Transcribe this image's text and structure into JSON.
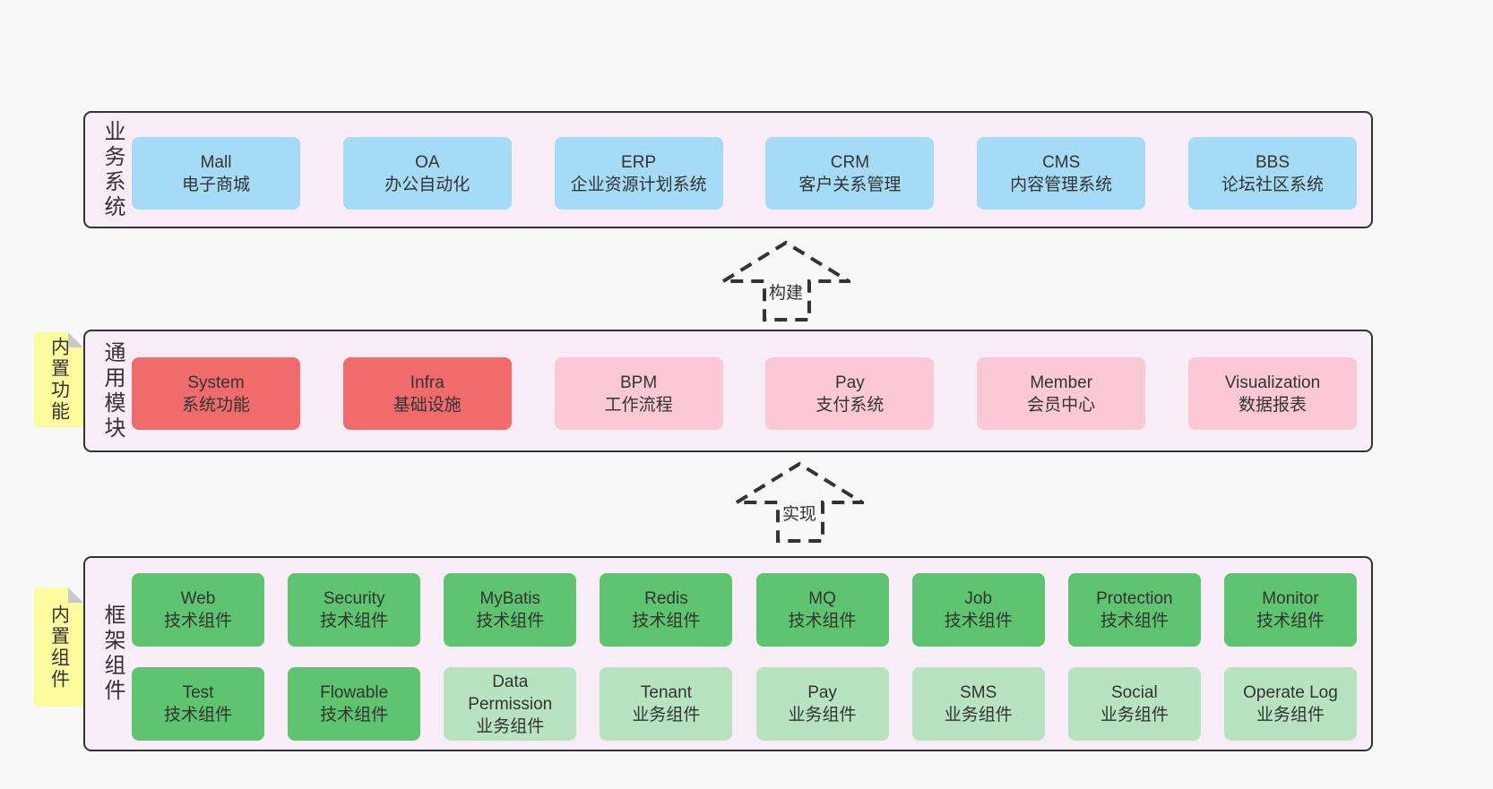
{
  "colors": {
    "page-bg": "#f8f8f8",
    "panel-bg": "#f8ecf6",
    "panel-border": "#333333",
    "text": "#333333",
    "blue": "#a6dbf5",
    "red": "#f06c6c",
    "pink": "#fac9d4",
    "green": "#5ec46f",
    "green-light": "#b8e3c1",
    "note-bg": "#fcfc9e",
    "note-fold": "#c9c9c9"
  },
  "panels": [
    {
      "label": "业务系统",
      "rows": [
        [
          {
            "en": "Mall",
            "zh": "电子商城",
            "variant": "blue"
          },
          {
            "en": "OA",
            "zh": "办公自动化",
            "variant": "blue"
          },
          {
            "en": "ERP",
            "zh": "企业资源计划系统",
            "variant": "blue"
          },
          {
            "en": "CRM",
            "zh": "客户关系管理",
            "variant": "blue"
          },
          {
            "en": "CMS",
            "zh": "内容管理系统",
            "variant": "blue"
          },
          {
            "en": "BBS",
            "zh": "论坛社区系统",
            "variant": "blue"
          }
        ]
      ]
    },
    {
      "label": "通用模块",
      "note": "内置功能",
      "rows": [
        [
          {
            "en": "System",
            "zh": "系统功能",
            "variant": "red"
          },
          {
            "en": "Infra",
            "zh": "基础设施",
            "variant": "red"
          },
          {
            "en": "BPM",
            "zh": "工作流程",
            "variant": "pink"
          },
          {
            "en": "Pay",
            "zh": "支付系统",
            "variant": "pink"
          },
          {
            "en": "Member",
            "zh": "会员中心",
            "variant": "pink"
          },
          {
            "en": "Visualization",
            "zh": "数据报表",
            "variant": "pink"
          }
        ]
      ]
    },
    {
      "label": "框架组件",
      "note": "内置组件",
      "rows": [
        [
          {
            "en": "Web",
            "zh": "技术组件",
            "variant": "green"
          },
          {
            "en": "Security",
            "zh": "技术组件",
            "variant": "green"
          },
          {
            "en": "MyBatis",
            "zh": "技术组件",
            "variant": "green"
          },
          {
            "en": "Redis",
            "zh": "技术组件",
            "variant": "green"
          },
          {
            "en": "MQ",
            "zh": "技术组件",
            "variant": "green"
          },
          {
            "en": "Job",
            "zh": "技术组件",
            "variant": "green"
          },
          {
            "en": "Protection",
            "zh": "技术组件",
            "variant": "green"
          },
          {
            "en": "Monitor",
            "zh": "技术组件",
            "variant": "green"
          }
        ],
        [
          {
            "en": "Test",
            "zh": "技术组件",
            "variant": "green"
          },
          {
            "en": "Flowable",
            "zh": "技术组件",
            "variant": "green"
          },
          {
            "en": "Data Permission",
            "zh": "业务组件",
            "variant": "green-light"
          },
          {
            "en": "Tenant",
            "zh": "业务组件",
            "variant": "green-light"
          },
          {
            "en": "Pay",
            "zh": "业务组件",
            "variant": "green-light"
          },
          {
            "en": "SMS",
            "zh": "业务组件",
            "variant": "green-light"
          },
          {
            "en": "Social",
            "zh": "业务组件",
            "variant": "green-light"
          },
          {
            "en": "Operate Log",
            "zh": "业务组件",
            "variant": "green-light"
          }
        ]
      ]
    }
  ],
  "arrows": [
    {
      "label": "构建"
    },
    {
      "label": "实现"
    }
  ]
}
